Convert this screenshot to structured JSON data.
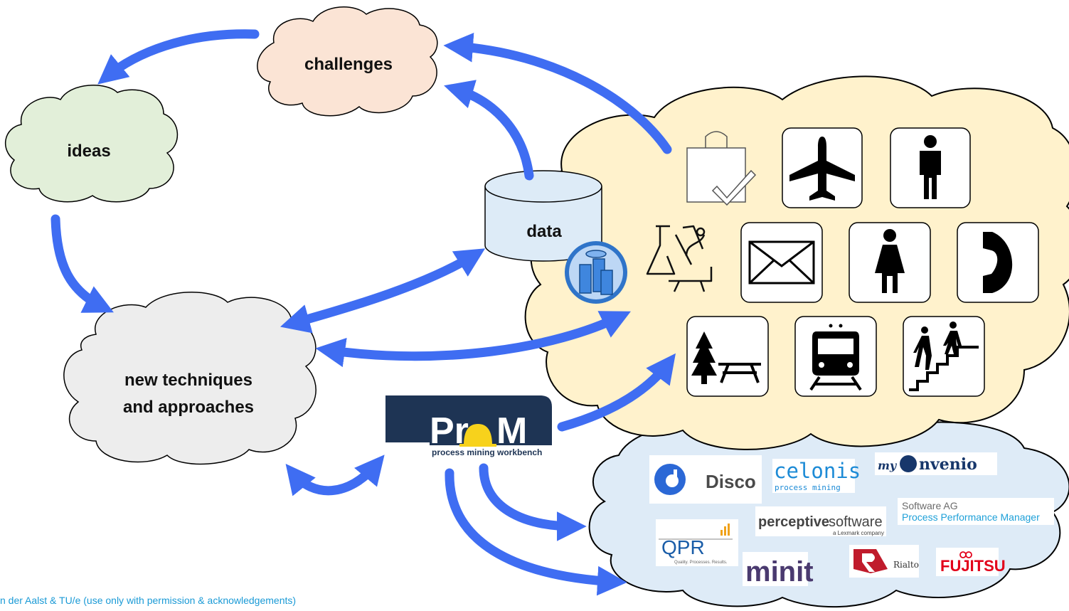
{
  "nodes": {
    "challenges": "challenges",
    "ideas": "ideas",
    "new_techniques_line1": "new techniques",
    "new_techniques_line2": "and approaches",
    "data": "data"
  },
  "icons": [
    "shopping-bag-check-icon",
    "airplane-icon",
    "man-icon",
    "lab-microscope-icon",
    "envelope-icon",
    "woman-icon",
    "telephone-icon",
    "picnic-tree-icon",
    "train-icon",
    "stairs-icon"
  ],
  "prom": {
    "name_left": "Pr",
    "name_right": "M",
    "tagline": "process mining workbench"
  },
  "vendors": {
    "disco": "Disco",
    "celonis": "celonis",
    "celonis_sub": "process mining",
    "myinvenio_my": "my",
    "myinvenio_rest": "nvenio",
    "softwareag_1": "Software AG",
    "softwareag_2": "Process Performance Manager",
    "perceptive_bold": "perceptive",
    "perceptive_light": "software",
    "perceptive_sub": "a Lexmark company",
    "qpr": "QPR",
    "qpr_sub": "Quality. Processes. Results.",
    "minit": "minit",
    "rialto": "Rialto",
    "fujitsu": "FUJITSU"
  },
  "footer": "n der Aalst & TU/e (use only with permission & acknowledgements)",
  "colors": {
    "arrow": "#3f6df2",
    "challenges_fill": "#fbe4d5",
    "ideas_fill": "#e2efd9",
    "techniques_fill": "#ededed",
    "data_fill": "#ddebf7",
    "world_fill": "#fff2cc",
    "vendor_fill": "#deebf7",
    "prom_bg": "#1e3454",
    "footer": "#1a9ad6"
  }
}
